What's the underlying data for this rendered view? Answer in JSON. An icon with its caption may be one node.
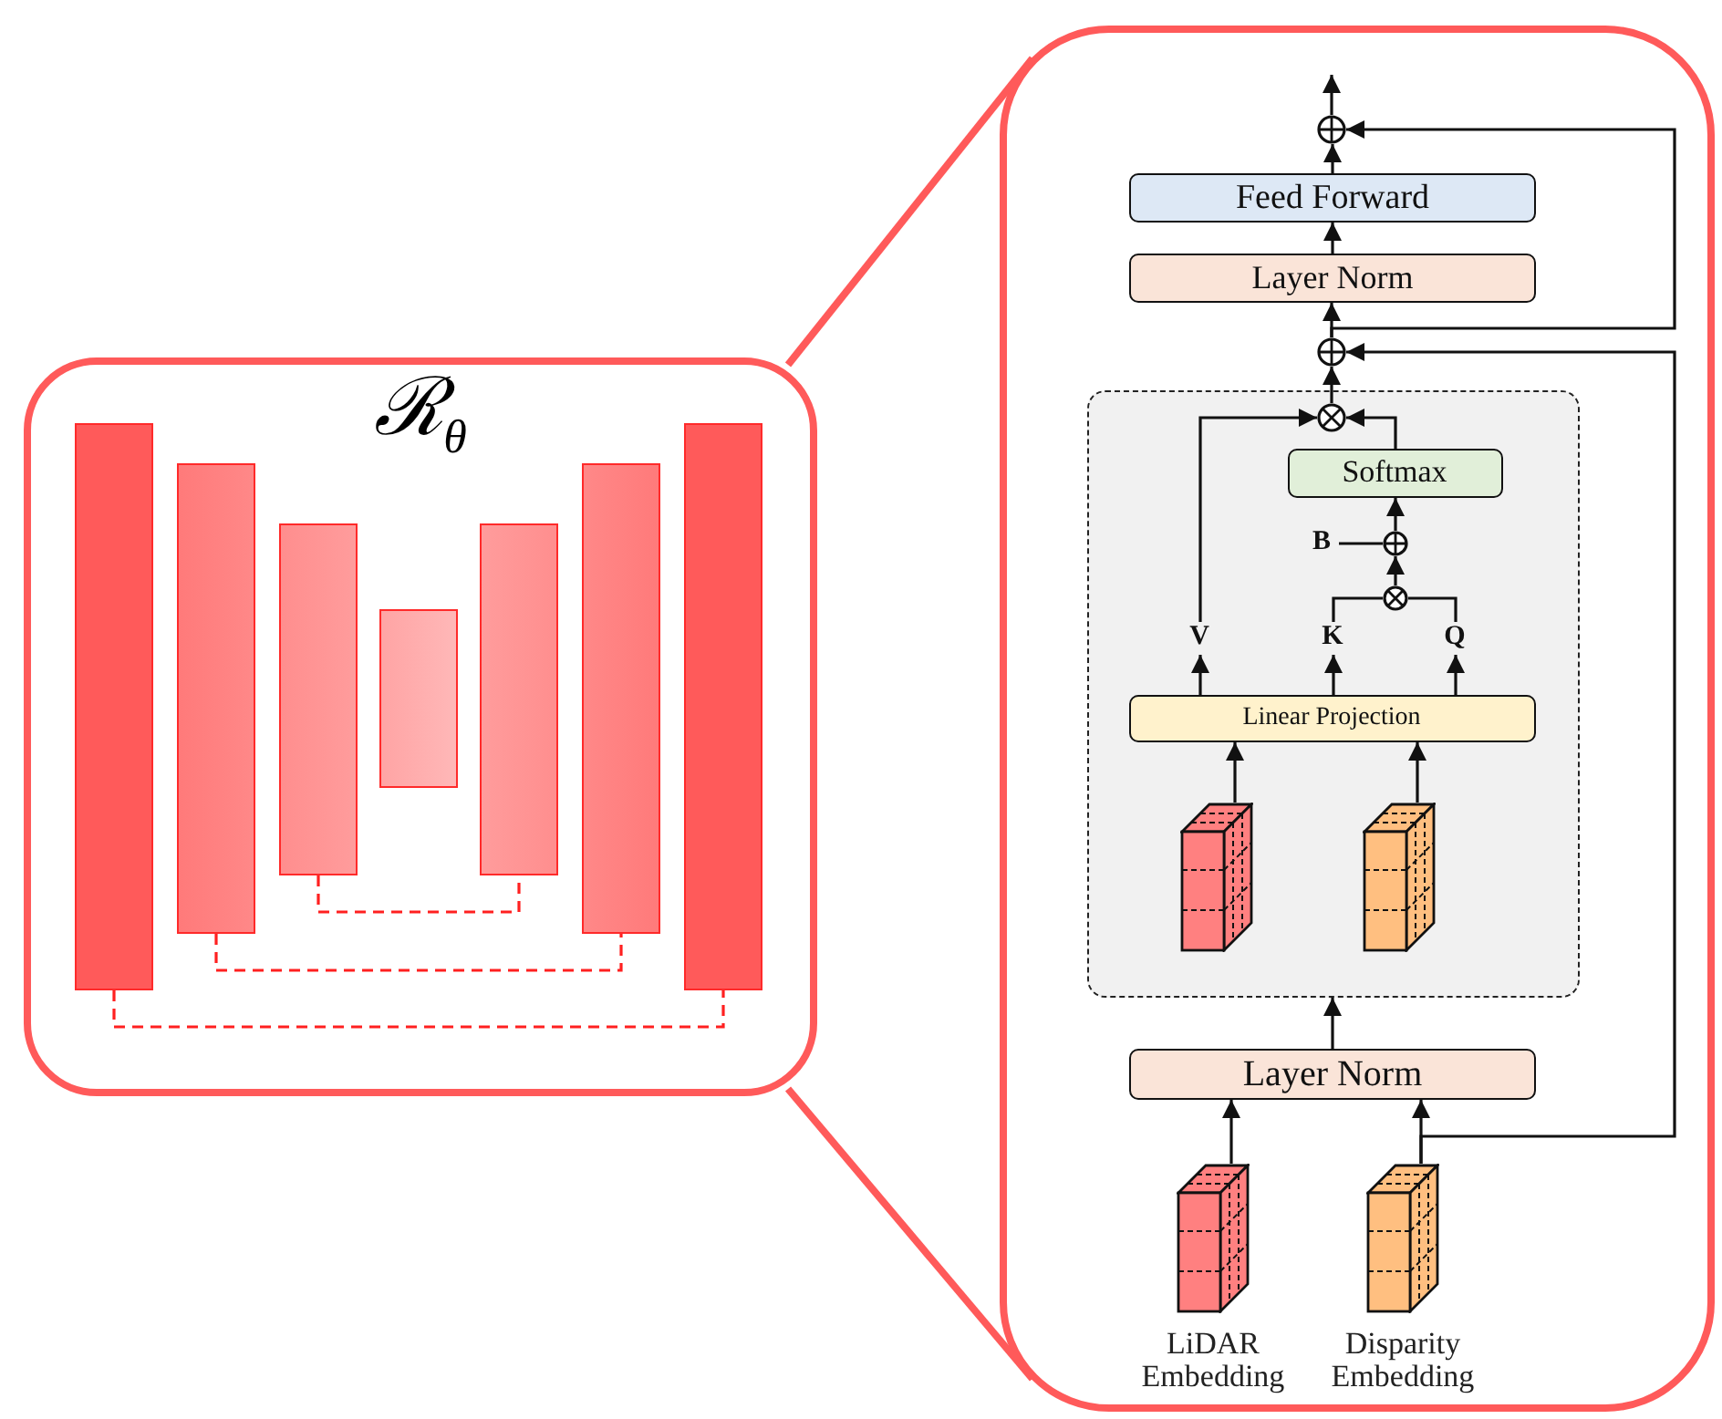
{
  "diagram": {
    "nodes": [
      {
        "text": [
          "ℛ$_{θ}$"
        ]
      },
      {
        "text": [],
        "shape": "bar",
        "in": 0
      },
      {
        "text": [],
        "shape": "bar",
        "in": 0
      },
      {
        "text": [],
        "shape": "bar",
        "in": 0
      },
      {
        "text": [],
        "shape": "bar",
        "in": 0
      },
      {
        "text": [],
        "shape": "bar",
        "in": 0
      },
      {
        "text": [],
        "shape": "bar",
        "in": 0
      },
      {
        "text": [],
        "shape": "bar",
        "in": 0
      },
      {
        "text": [],
        "shape": "box"
      },
      {
        "text": [
          "Feed Forward"
        ],
        "in": 8
      },
      {
        "text": [
          "Layer Norm"
        ],
        "in": 8
      },
      {
        "text": [],
        "shape": "circle",
        "in": 8
      },
      {
        "text": [],
        "shape": "circle",
        "in": 8
      },
      {
        "text": [],
        "shape": "box",
        "in": 8
      },
      {
        "text": [],
        "shape": "circle",
        "in": 13
      },
      {
        "text": [
          "Softmax"
        ],
        "in": 13
      },
      {
        "text": [],
        "shape": "circle",
        "in": 13
      },
      {
        "text": [],
        "shape": "circle",
        "in": 13
      },
      {
        "text": [
          "V"
        ],
        "in": 13
      },
      {
        "text": [
          "K"
        ],
        "in": 13
      },
      {
        "text": [
          "Q"
        ],
        "in": 13
      },
      {
        "text": [
          "B"
        ],
        "in": 13
      },
      {
        "text": [
          "Linear Projection"
        ],
        "in": 13
      },
      {
        "text": [],
        "shape": "cube",
        "in": 13
      },
      {
        "text": [],
        "shape": "cube",
        "in": 13
      },
      {
        "text": [
          "Layer Norm"
        ],
        "in": 8
      },
      {
        "text": [],
        "shape": "cube",
        "in": 8,
        "beside": [
          "LiDAR Embedding"
        ]
      },
      {
        "text": [],
        "shape": "cube",
        "in": 8,
        "beside": [
          "Disparity Embedding"
        ]
      }
    ],
    "edges": [
      {
        "from": 0,
        "to": 8,
        "arrow": "none",
        "style": "thick",
        "color": "#ff5a5a"
      },
      {
        "from": 0,
        "to": 8,
        "arrow": "none",
        "style": "thick",
        "color": "#ff5a5a"
      },
      {
        "from": 1,
        "to": 7,
        "arrow": "none",
        "style": "dashed",
        "color": "#ff2020"
      },
      {
        "from": 2,
        "to": 6,
        "arrow": "none",
        "style": "dashed",
        "color": "#ff2020"
      },
      {
        "from": 3,
        "to": 5,
        "arrow": "none",
        "style": "dashed",
        "color": "#ff2020"
      },
      {
        "from": 11,
        "to": null,
        "arrow": "to"
      },
      {
        "from": 9,
        "to": 11,
        "arrow": "to"
      },
      {
        "from": 10,
        "to": 9,
        "arrow": "to"
      },
      {
        "from": 12,
        "to": 10,
        "arrow": "to"
      },
      {
        "from": 12,
        "to": 11,
        "arrow": "to"
      },
      {
        "from": 14,
        "to": 12,
        "arrow": "to"
      },
      {
        "from": 27,
        "to": 12,
        "arrow": "to"
      },
      {
        "from": 18,
        "to": 14,
        "arrow": "to"
      },
      {
        "from": 15,
        "to": 14,
        "arrow": "to"
      },
      {
        "from": 16,
        "to": 15,
        "arrow": "to"
      },
      {
        "from": 21,
        "to": 16,
        "arrow": "none"
      },
      {
        "from": 17,
        "to": 16,
        "arrow": "to"
      },
      {
        "from": 19,
        "to": 17,
        "arrow": "none"
      },
      {
        "from": 20,
        "to": 17,
        "arrow": "none"
      },
      {
        "from": 22,
        "to": 18,
        "arrow": "to"
      },
      {
        "from": 22,
        "to": 19,
        "arrow": "to"
      },
      {
        "from": 22,
        "to": 20,
        "arrow": "to"
      },
      {
        "from": 23,
        "to": 22,
        "arrow": "to"
      },
      {
        "from": 24,
        "to": 22,
        "arrow": "to"
      },
      {
        "from": 25,
        "to": 13,
        "arrow": "to"
      },
      {
        "from": 26,
        "to": 25,
        "arrow": "to"
      },
      {
        "from": 27,
        "to": 25,
        "arrow": "to"
      }
    ]
  }
}
